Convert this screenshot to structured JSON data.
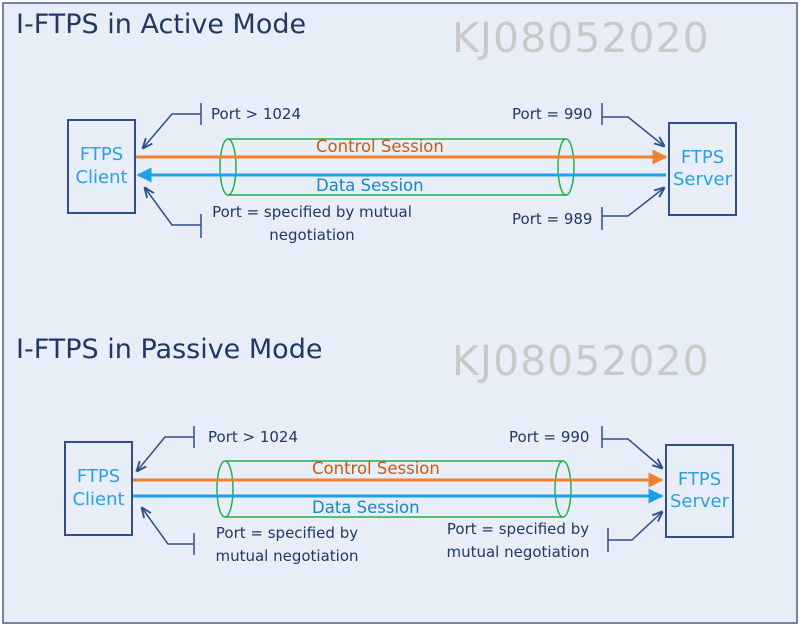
{
  "active": {
    "title": "I-FTPS in Active Mode",
    "watermark": "KJ08052020",
    "client": {
      "line1": "FTPS",
      "line2": "Client"
    },
    "server": {
      "line1": "FTPS",
      "line2": "Server"
    },
    "control_label": "Control Session",
    "data_label": "Data Session",
    "client_control_port": "Port > 1024",
    "client_data_port_1": "Port = specified by mutual",
    "client_data_port_2": "negotiation",
    "server_control_port": "Port = 990",
    "server_data_port": "Port = 989"
  },
  "passive": {
    "title": "I-FTPS in Passive Mode",
    "watermark": "KJ08052020",
    "client": {
      "line1": "FTPS",
      "line2": "Client"
    },
    "server": {
      "line1": "FTPS",
      "line2": "Server"
    },
    "control_label": "Control Session",
    "data_label": "Data Session",
    "client_control_port": "Port > 1024",
    "client_data_port_1": "Port = specified by",
    "client_data_port_2": "mutual negotiation",
    "server_control_port": "Port = 990",
    "server_data_port_1": "Port = specified by",
    "server_data_port_2": "mutual negotiation"
  },
  "colors": {
    "background": "#e8eef8",
    "border": "#2f4f8b",
    "control_arrow": "#f08030",
    "data_arrow": "#1ea0e6",
    "tube": "#22b04a",
    "node_text": "#2aa0e0",
    "label_text": "#1f3864"
  }
}
